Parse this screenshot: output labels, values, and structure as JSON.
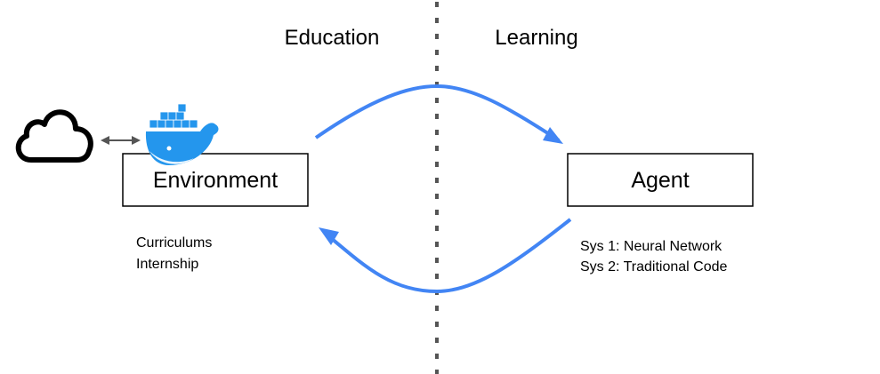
{
  "headers": {
    "left": "Education",
    "right": "Learning"
  },
  "environment": {
    "label": "Environment",
    "notes": [
      "Curriculums",
      "Internship"
    ]
  },
  "agent": {
    "label": "Agent",
    "notes": [
      "Sys 1: Neural Network",
      "Sys 2: Traditional Code"
    ]
  },
  "icons": {
    "cloud": "cloud-icon",
    "docker": "docker-whale-icon"
  },
  "colors": {
    "arrow": "#4285f4",
    "docker": "#2496ed",
    "divider": "#555555"
  }
}
